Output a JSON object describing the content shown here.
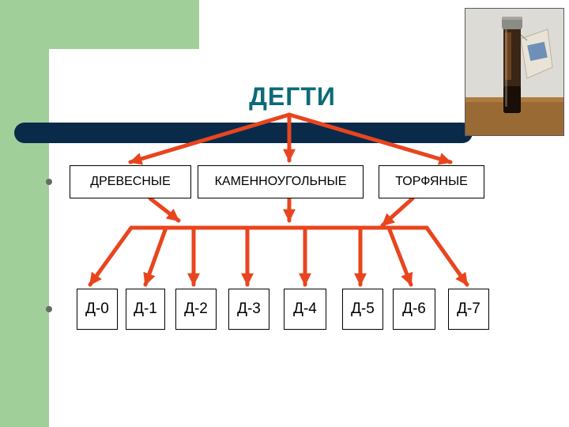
{
  "title": "ДЕГТИ",
  "tar_types": [
    "ДРЕВЕСНЫЕ",
    "КАМЕННОУГОЛЬНЫЕ",
    "ТОРФЯНЫЕ"
  ],
  "grades": [
    "Д-0",
    "Д-1",
    "Д-2",
    "Д-3",
    "Д-4",
    "Д-5",
    "Д-6",
    "Д-7"
  ],
  "colors": {
    "arrow": "#e8451e",
    "title": "#0c6b78",
    "bar": "#0a2a4a",
    "accent_green": "#a1cf9a"
  },
  "photo": {
    "subject": "glass vial of dark tar with cork stopper and paper tag"
  }
}
